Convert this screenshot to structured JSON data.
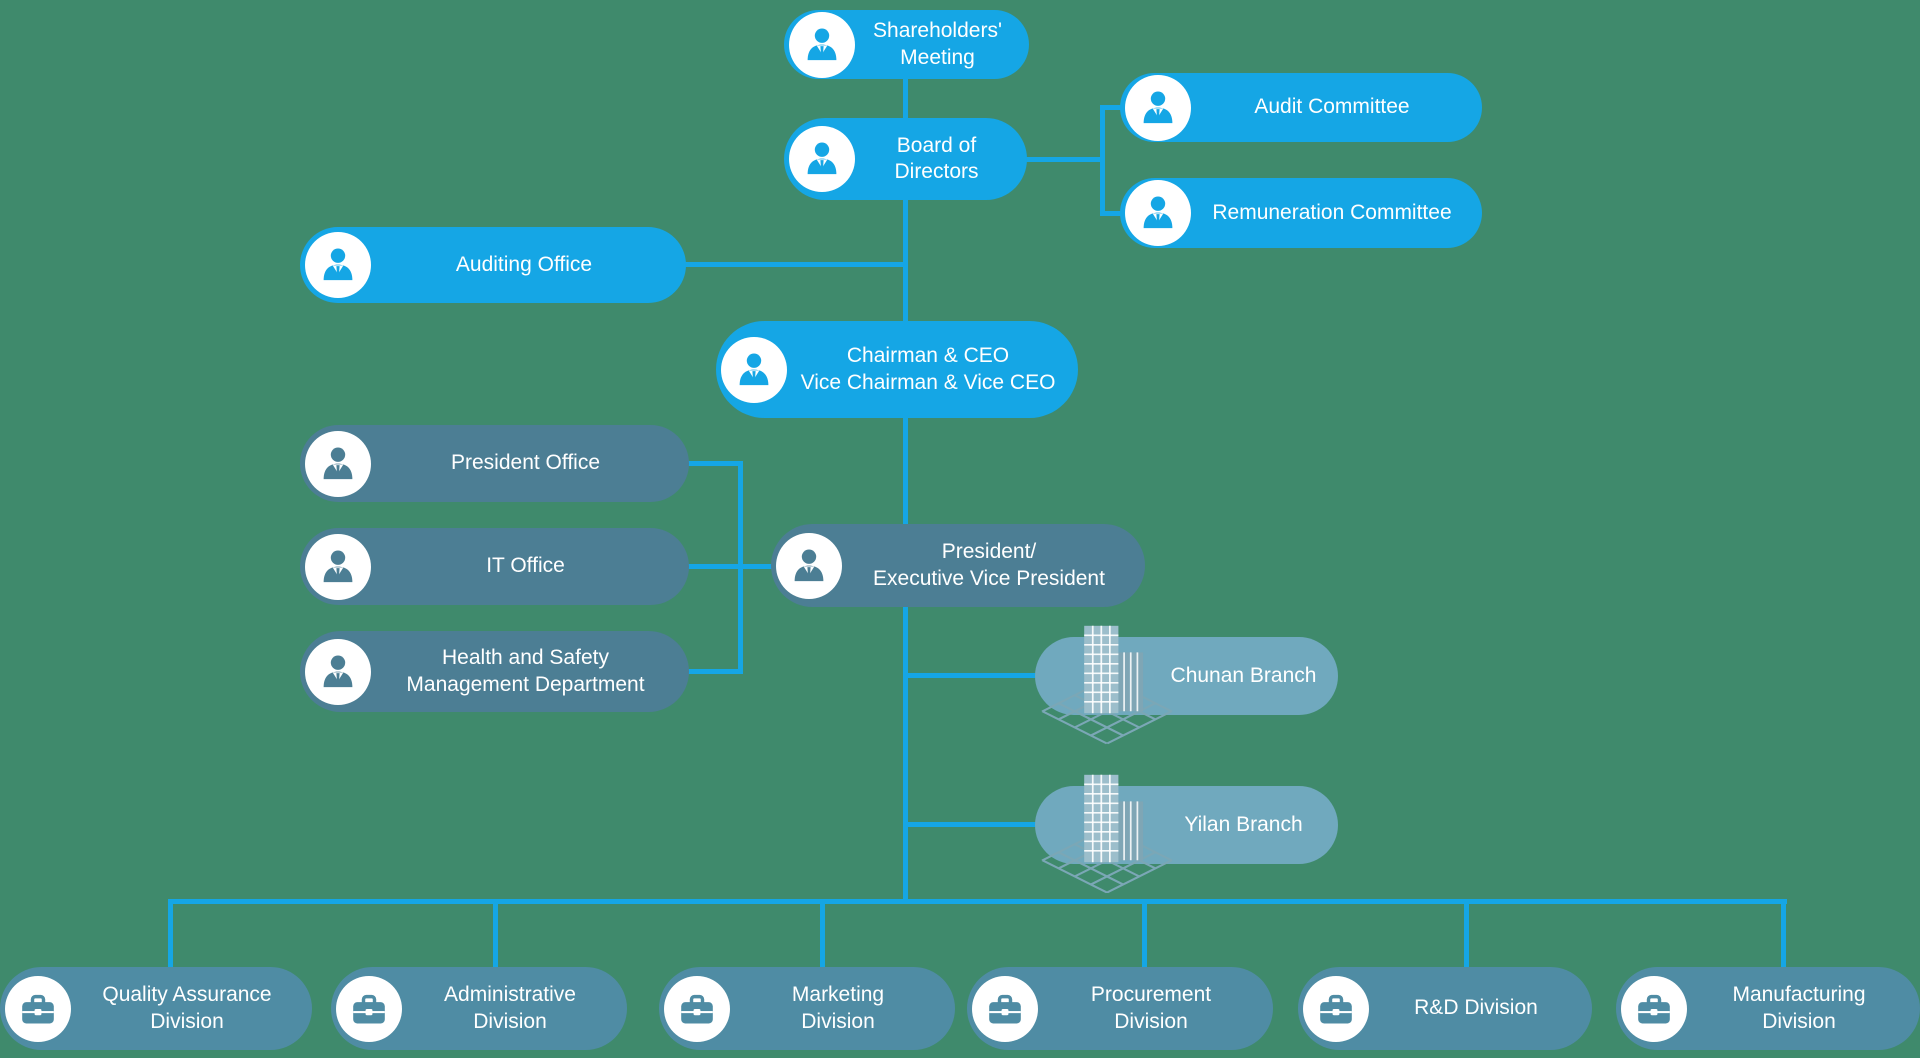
{
  "colors": {
    "background": "#3F8A6C",
    "primary_blue": "#15A6E5",
    "slate": "#4C7E94",
    "branch_teal": "#70A9BE",
    "division_teal": "#4F8CA4",
    "connector": "#15A6E5",
    "icon_circle_bg": "#FFFFFF",
    "building_light": "#9CBECB",
    "building_dark": "#7FA6B5",
    "floor_grid": "#7BA7B6",
    "text": "#FFFFFF"
  },
  "nodes": {
    "shareholders_meeting": {
      "label": "Shareholders'\nMeeting"
    },
    "board_of_directors": {
      "label": "Board of\nDirectors"
    },
    "audit_committee": {
      "label": "Audit Committee"
    },
    "remuneration_committee": {
      "label": "Remuneration Committee"
    },
    "auditing_office": {
      "label": "Auditing Office"
    },
    "chairman_ceo": {
      "label": "Chairman & CEO\nVice Chairman & Vice CEO"
    },
    "president_office": {
      "label": "President Office"
    },
    "it_office": {
      "label": "IT Office"
    },
    "health_safety": {
      "label": "Health and Safety\nManagement Department"
    },
    "president_evp": {
      "label": "President/\nExecutive Vice President"
    },
    "chunan_branch": {
      "label": "Chunan Branch"
    },
    "yilan_branch": {
      "label": "Yilan Branch"
    },
    "qa_division": {
      "label": "Quality Assurance\nDivision"
    },
    "admin_division": {
      "label": "Administrative\nDivision"
    },
    "marketing_division": {
      "label": "Marketing\nDivision"
    },
    "procurement_division": {
      "label": "Procurement\nDivision"
    },
    "rd_division": {
      "label": "R&D Division"
    },
    "manufacturing_division": {
      "label": "Manufacturing\nDivision"
    }
  }
}
